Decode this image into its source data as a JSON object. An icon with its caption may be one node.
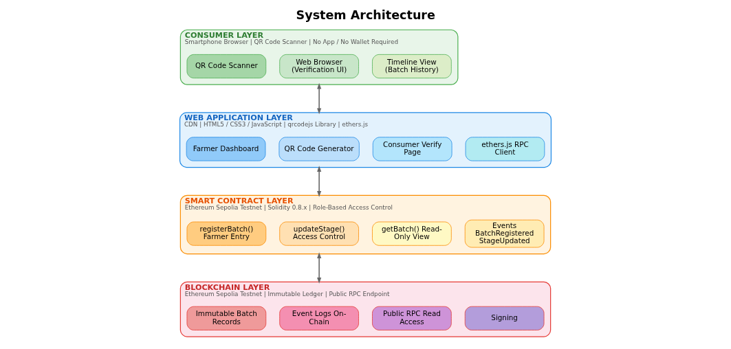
{
  "diagram": {
    "title": "System Architecture",
    "nodes": [
      {
        "text": [
          "CONSUMER LAYER",
          "Smartphone Browser | QR Code Scanner | No App / No Wallet Required"
        ]
      },
      {
        "text": [
          "QR Code Scanner"
        ],
        "in": 0
      },
      {
        "text": [
          "Web Browser (Verification UI)"
        ],
        "in": 0
      },
      {
        "text": [
          "Timeline View (Batch History)"
        ],
        "in": 0
      },
      {
        "text": [
          "WEB APPLICATION LAYER",
          "CDN | HTML5 / CSS3 / JavaScript | qrcodejs Library | ethers.js"
        ]
      },
      {
        "text": [
          "Farmer Dashboard"
        ],
        "in": 4
      },
      {
        "text": [
          "QR Code Generator"
        ],
        "in": 4
      },
      {
        "text": [
          "Consumer Verify Page"
        ],
        "in": 4
      },
      {
        "text": [
          "ethers.js RPC Client"
        ],
        "in": 4
      },
      {
        "text": [
          "SMART CONTRACT LAYER",
          "Ethereum Sepolia Testnet | Solidity 0.8.x | Role-Based Access Control"
        ]
      },
      {
        "text": [
          "registerBatch() Farmer Entry"
        ],
        "in": 9
      },
      {
        "text": [
          "updateStage() Access Control"
        ],
        "in": 9
      },
      {
        "text": [
          "getBatch() Read-Only View"
        ],
        "in": 9
      },
      {
        "text": [
          "Events BatchRegistered StageUpdated"
        ],
        "in": 9
      },
      {
        "text": [
          "BLOCKCHAIN LAYER",
          "Ethereum Sepolia Testnet | Immutable Ledger | Public RPC Endpoint"
        ]
      },
      {
        "text": [
          "Immutable Batch Records"
        ],
        "in": 14
      },
      {
        "text": [
          "Event Logs On-Chain"
        ],
        "in": 14
      },
      {
        "text": [
          "Public RPC Read Access"
        ],
        "in": 14
      },
      {
        "text": [
          "Signing"
        ],
        "in": 14
      }
    ],
    "edges": [
      {
        "from": 0,
        "to": 4,
        "arrow": "both"
      },
      {
        "from": 4,
        "to": 9,
        "arrow": "both"
      },
      {
        "from": 9,
        "to": 14,
        "arrow": "both"
      }
    ]
  }
}
